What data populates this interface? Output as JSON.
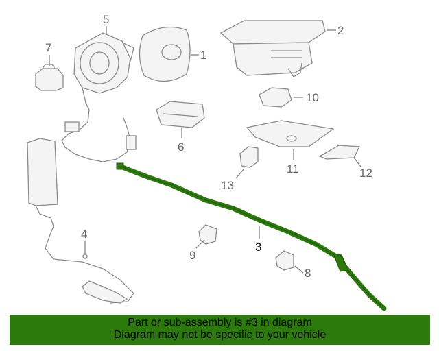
{
  "callouts": {
    "c1": "1",
    "c2": "2",
    "c3": "3",
    "c4": "4",
    "c5": "5",
    "c6": "6",
    "c7": "7",
    "c8": "8",
    "c9": "9",
    "c10": "10",
    "c11": "11",
    "c12": "12",
    "c13": "13"
  },
  "highlight": {
    "part_number": "3",
    "color": "#2b7a0b"
  },
  "banner": {
    "line1": "Part or sub-assembly is #3 in diagram",
    "line2": "Diagram may not be specific to your vehicle",
    "background": "#2b7a0b"
  }
}
